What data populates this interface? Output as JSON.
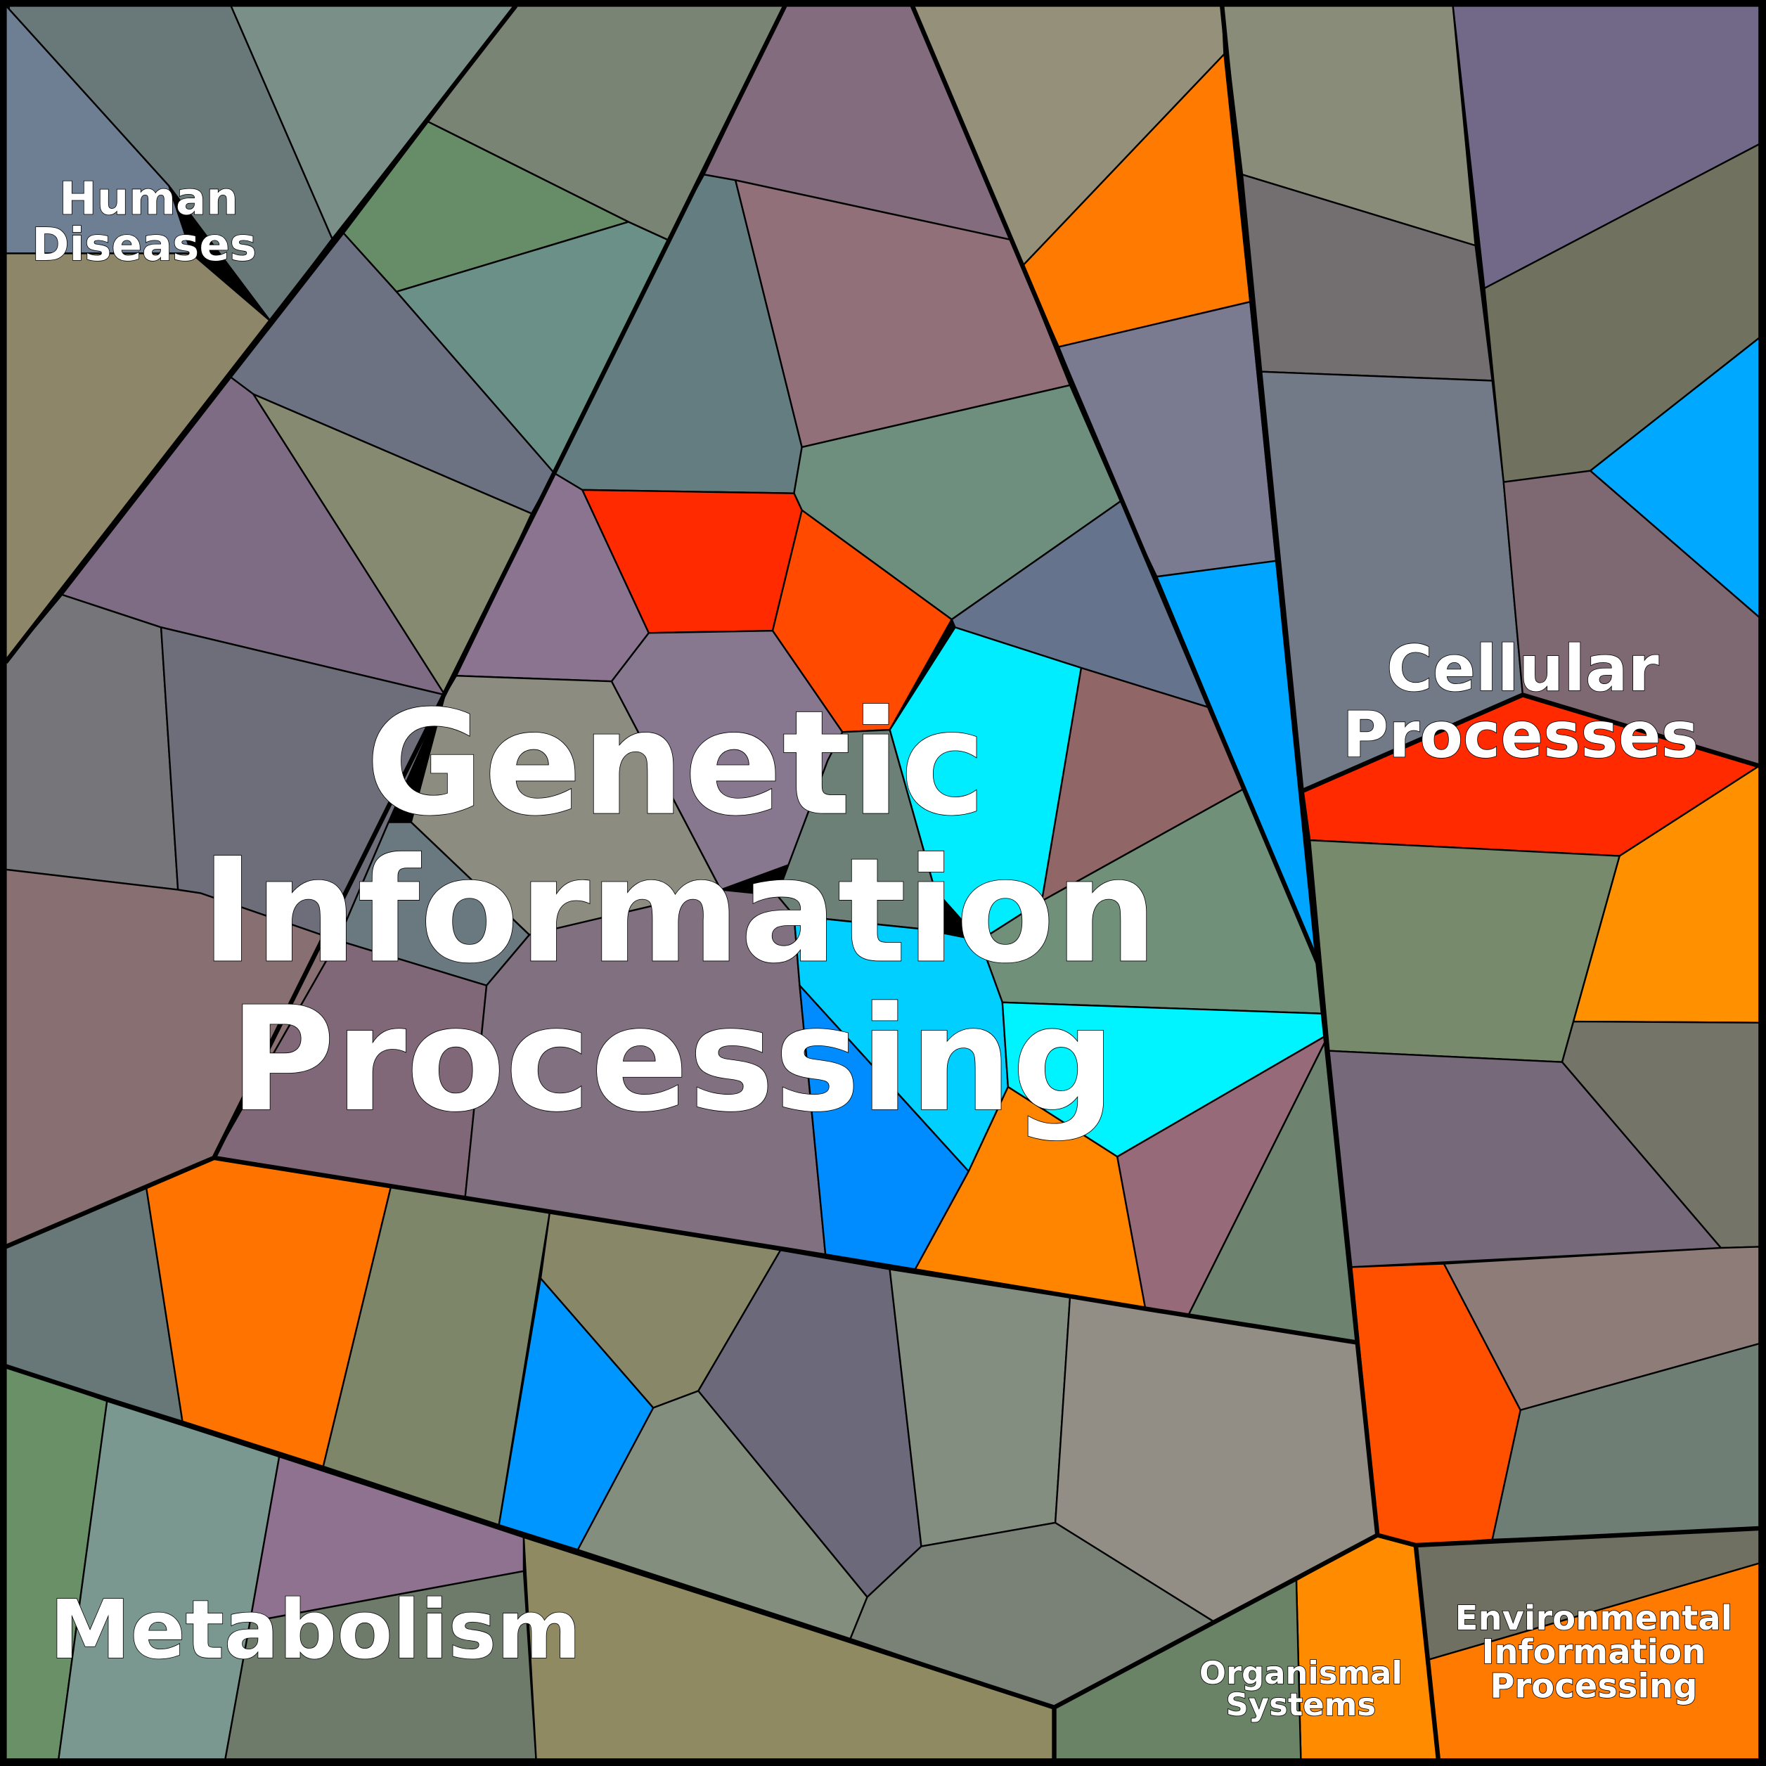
{
  "title": "Proteomap",
  "categories": {
    "genetic": [
      "Genetic",
      "Information",
      "Processing"
    ],
    "human_diseases": [
      "Human",
      "Diseases"
    ],
    "cellular": [
      "Cellular",
      "Processes"
    ],
    "metabolism": [
      "Metabolism"
    ],
    "organismal": [
      "Organismal",
      "Systems"
    ],
    "environmental": [
      "Environmental",
      "Information",
      "Processing"
    ]
  },
  "colors": {
    "border": "#000000",
    "label": "#ffffff"
  }
}
